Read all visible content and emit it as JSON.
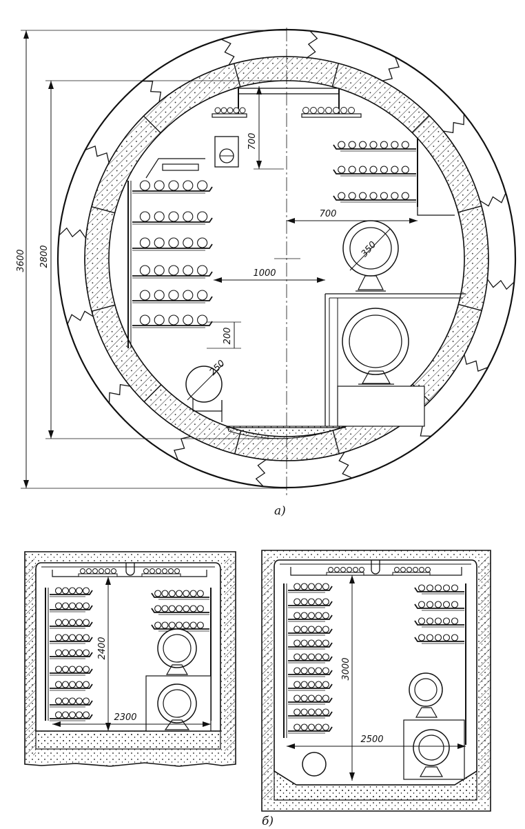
{
  "figure_a": {
    "caption": "а)",
    "dimensions": {
      "outer_diameter": "3600",
      "inner_diameter": "2800",
      "top_clearance": "700",
      "right_gap": "700",
      "center_gap": "1000",
      "cable_diameter_right": "350",
      "shelf_spacing": "200",
      "cable_diameter_left": "250"
    }
  },
  "figure_b": {
    "caption": "б)",
    "left": {
      "height": "2400",
      "width": "2300"
    },
    "right": {
      "height": "3000",
      "width": "2500"
    }
  },
  "colors": {
    "ink": "#111111",
    "paper": "#ffffff",
    "fill": "#f2f2f2"
  }
}
